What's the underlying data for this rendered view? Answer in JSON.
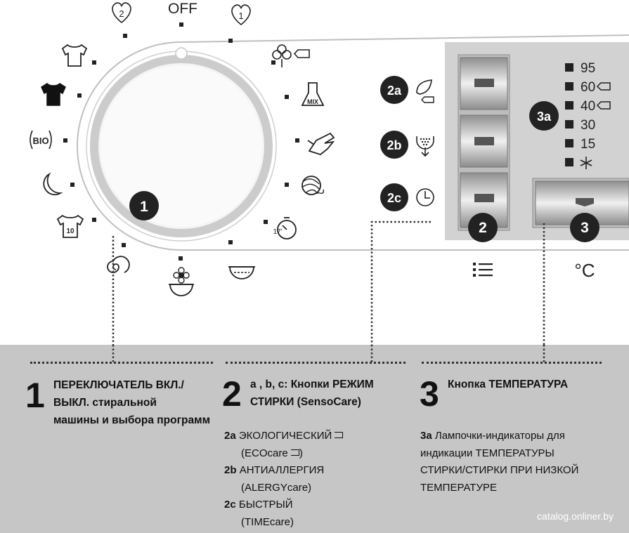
{
  "dial": {
    "off_label": "OFF",
    "number_label": "1",
    "programs": {
      "rinse_2_label": "2",
      "rinse_1_label": "1",
      "bio_label": "BIO",
      "mix_label": "MIX",
      "quick_label": "17'",
      "jersey_label": "10"
    }
  },
  "buttons": {
    "eco_badge": "2a",
    "alergy_badge": "2b",
    "time_badge": "2c",
    "mode_badge": "2",
    "temp_badge": "3",
    "temp_lights_badge": "3a",
    "temperatures": [
      "95",
      "60",
      "40",
      "30",
      "15"
    ],
    "temp_symbol": "°C"
  },
  "legend": {
    "item1": {
      "number": "1",
      "heading_line1": "ПЕРЕКЛЮЧАТЕЛЬ ВКЛ./",
      "heading_line2": "ВЫКЛ. стиральной",
      "heading_line3": "машины и выбора программ"
    },
    "item2": {
      "number": "2",
      "heading_line1": "a , b, c: Кнопки РЕЖИМ",
      "heading_line2": "СТИРКИ (SensoCare)",
      "sub_a_code": "2a",
      "sub_a_line1": "ЭКОЛОГИЧЕСКИЙ",
      "sub_a_line2": "(ECOcare",
      "sub_a_line2_end": ")",
      "sub_b_code": "2b",
      "sub_b_line1": "АНТИАЛЛЕРГИЯ",
      "sub_b_line2": "(ALERGYcare)",
      "sub_c_code": "2c",
      "sub_c_line1": "БЫСТРЫЙ",
      "sub_c_line2": "(TIMEcare)"
    },
    "item3": {
      "number": "3",
      "heading_line1": "Кнопка ТЕМПЕРАТУРА",
      "sub_code": "3a",
      "sub_line1": "Лампочки-индикаторы для",
      "sub_line2": "индикации ТЕМПЕРАТУРЫ",
      "sub_line3": "СТИРКИ/СТИРКИ ПРИ НИЗКОЙ",
      "sub_line4": "ТЕМПЕРАТУРЕ"
    }
  },
  "watermark": "catalog.onliner.by"
}
